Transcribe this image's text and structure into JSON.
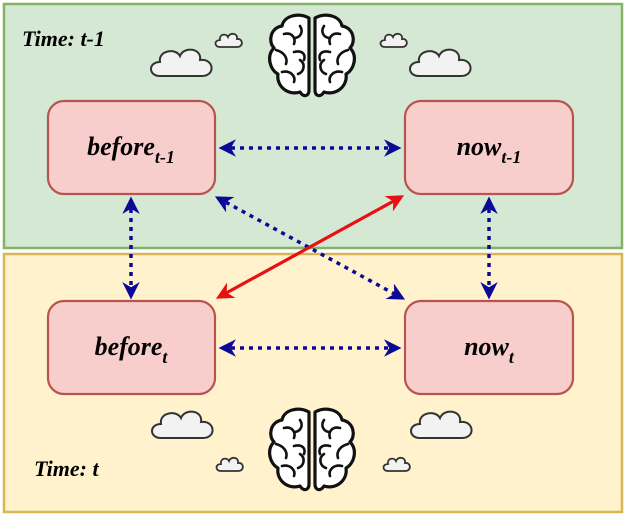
{
  "diagram": {
    "regions": [
      {
        "id": "top",
        "label": "Time: t-1",
        "fill": "#d5e8d4",
        "stroke": "#82b366"
      },
      {
        "id": "bottom",
        "label": "Time: t",
        "fill": "#fff2cc",
        "stroke": "#d6b656"
      }
    ],
    "nodes": [
      {
        "id": "before_prev",
        "main": "before",
        "sub": "t-1"
      },
      {
        "id": "now_prev",
        "main": "now",
        "sub": "t-1"
      },
      {
        "id": "before_cur",
        "main": "before",
        "sub": "t"
      },
      {
        "id": "now_cur",
        "main": "now",
        "sub": "t"
      }
    ],
    "node_style": {
      "fill": "#f8cecc",
      "stroke": "#b85450"
    },
    "arrow_colors": {
      "dotted": "#0a0a96",
      "solid": "#e81010"
    },
    "icons": [
      "brain-icon",
      "cloud-icon"
    ]
  }
}
